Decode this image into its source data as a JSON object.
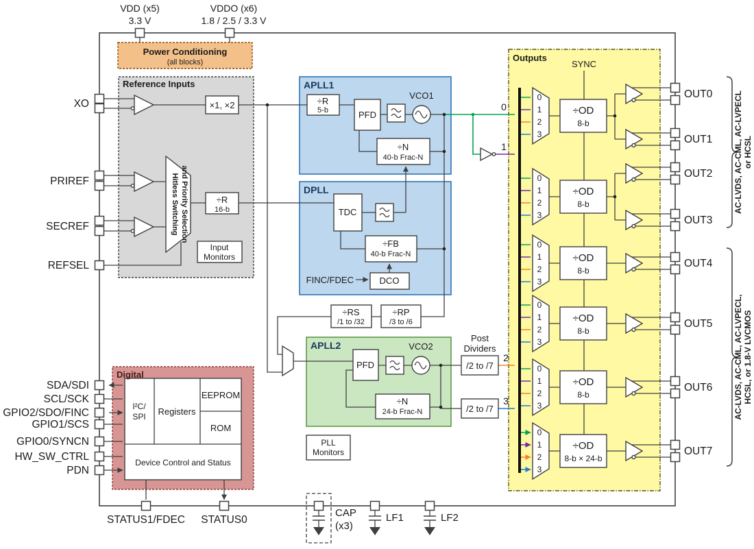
{
  "top": {
    "vdd_label": "VDD (x5)",
    "vdd_volt": "3.3 V",
    "vddo_label": "VDDO (x6)",
    "vddo_volt": "1.8 / 2.5 / 3.3 V"
  },
  "power": {
    "title": "Power Conditioning",
    "subtitle": "(all blocks)"
  },
  "left_pins": {
    "xo": "XO",
    "priref": "PRIREF",
    "secref": "SECREF",
    "refsel": "REFSEL"
  },
  "reference": {
    "title": "Reference Inputs",
    "multiplier": "×1, ×2",
    "hitless1": "Hitless Switching",
    "hitless2": "and Priority Selection",
    "divr1": "÷R",
    "divr2": "16-b",
    "mon1": "Input",
    "mon2": "Monitors"
  },
  "apll1": {
    "title": "APLL1",
    "divr1": "÷R",
    "divr2": "5-b",
    "pfd": "PFD",
    "vco": "VCO1",
    "divn1": "÷N",
    "divn2": "40-b Frac-N"
  },
  "dpll": {
    "title": "DPLL",
    "tdc": "TDC",
    "fb1": "÷FB",
    "fb2": "40-b Frac-N",
    "dco": "DCO",
    "finc": "FINC/FDEC"
  },
  "dividers": {
    "rs1": "÷RS",
    "rs2": "/1 to /32",
    "rp1": "÷RP",
    "rp2": "/3 to /6"
  },
  "apll2": {
    "title": "APLL2",
    "pfd": "PFD",
    "vco": "VCO2",
    "divn1": "÷N",
    "divn2": "24-b Frac-N"
  },
  "post_dividers": {
    "l1": "Post",
    "l2": "Dividers",
    "div1": "/2 to /7",
    "div2": "/2 to /7"
  },
  "pll_monitors": {
    "l1": "PLL",
    "l2": "Monitors"
  },
  "signals": {
    "s0": "0",
    "s1": "1",
    "s2": "2",
    "s3": "3"
  },
  "outputs": {
    "title": "Outputs",
    "sync": "SYNC",
    "mux_inputs": [
      "0",
      "1",
      "2",
      "3"
    ],
    "stages": [
      {
        "line1": "÷OD",
        "line2": "8-b"
      },
      {
        "line1": "÷OD",
        "line2": "8-b"
      },
      {
        "line1": "÷OD",
        "line2": "8-b"
      },
      {
        "line1": "÷OD",
        "line2": "8-b"
      },
      {
        "line1": "÷OD",
        "line2": "8-b"
      },
      {
        "line1": "÷OD",
        "line2": "8-b × 24-b"
      }
    ],
    "pins": [
      "OUT0",
      "OUT1",
      "OUT2",
      "OUT3",
      "OUT4",
      "OUT5",
      "OUT6",
      "OUT7"
    ],
    "bracket_top1": "AC-LVDS, AC-CML, AC-LVPECL",
    "bracket_top2": "or HCSL",
    "bracket_bot1": "AC-LVDS, AC-CML, AC-LVPECL,",
    "bracket_bot2": "HCSL, or 1.8-V LVCMOS"
  },
  "digital": {
    "title": "Digital",
    "i2c1": "I²C/",
    "i2c2": "SPI",
    "registers": "Registers",
    "eeprom": "EEPROM",
    "rom": "ROM",
    "control": "Device Control and Status",
    "pins": [
      "SDA/SDI",
      "SCL/SCK",
      "GPIO2/SDO/FINC",
      "GPIO1/SCS",
      "GPIO0/SYNCN",
      "HW_SW_CTRL",
      "PDN"
    ]
  },
  "bottom": {
    "status1": "STATUS1/FDEC",
    "status0": "STATUS0",
    "cap1": "CAP",
    "cap2": "(x3)",
    "lf1": "LF1",
    "lf2": "LF2"
  },
  "colors": {
    "signal0_green": "#00A550",
    "signal1_purple": "#6F2DA8",
    "signal2_orange": "#F58220",
    "signal3_blue": "#1F7FD0",
    "apll_fill": "#BDD7EE",
    "apll2_fill": "#CBE7C1",
    "outputs_fill": "#FEF9A2",
    "reference_fill": "#D8D8D8",
    "digital_fill": "#D79694",
    "power_fill": "#F4C08A"
  }
}
